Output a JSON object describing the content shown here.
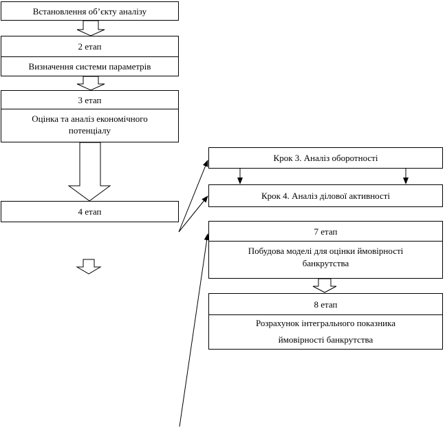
{
  "flow": {
    "step1": {
      "label": "Встановлення об’єкту аналізу"
    },
    "step2": {
      "stage": "2 етап",
      "label": "Визначення системи параметрів"
    },
    "step3": {
      "stage": "3 етап",
      "label_line1": "Оцінка та аналіз економічного",
      "label_line2": "потенціалу"
    },
    "step4": {
      "stage": "4 етап"
    },
    "krok3": {
      "label": "Крок 3. Аналіз оборотності"
    },
    "krok4": {
      "label": "Крок 4. Аналіз ділової активності"
    },
    "step7": {
      "stage": "7 етап",
      "label_line1": "Побудова моделі для оцінки ймовірності",
      "label_line2": "банкрутства"
    },
    "step8": {
      "stage": "8 етап",
      "label_line1": "Розрахунок інтегрального показника",
      "label_line2": "ймовірності банкрутства"
    }
  }
}
